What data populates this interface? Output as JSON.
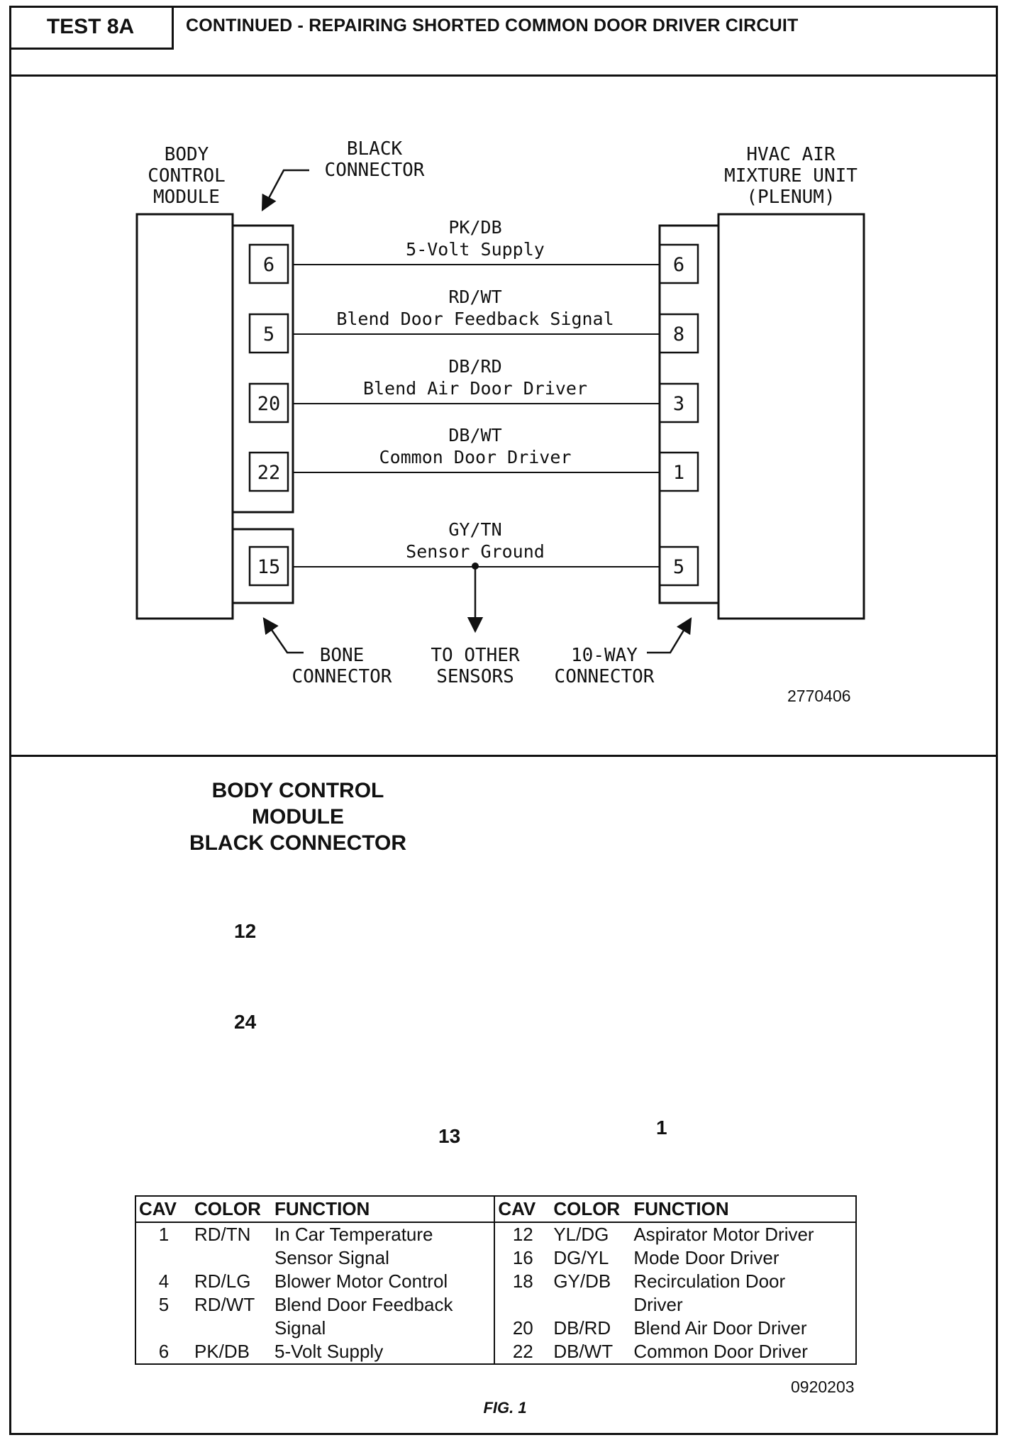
{
  "header": {
    "test_label": "TEST 8A",
    "title": "CONTINUED - REPAIRING SHORTED COMMON DOOR DRIVER CIRCUIT"
  },
  "wiring": {
    "left_module": [
      "BODY",
      "CONTROL",
      "MODULE"
    ],
    "black_connector": [
      "BLACK",
      "CONNECTOR"
    ],
    "right_module": [
      "HVAC AIR",
      "MIXTURE UNIT",
      "(PLENUM)"
    ],
    "bone_connector": [
      "BONE",
      "CONNECTOR"
    ],
    "to_other": [
      "TO OTHER",
      "SENSORS"
    ],
    "ten_way": [
      "10-WAY",
      "CONNECTOR"
    ],
    "circuits": [
      {
        "left": "6",
        "right": "6",
        "color": "PK/DB",
        "function": "5-Volt Supply"
      },
      {
        "left": "5",
        "right": "8",
        "color": "RD/WT",
        "function": "Blend Door Feedback Signal"
      },
      {
        "left": "20",
        "right": "3",
        "color": "DB/RD",
        "function": "Blend Air Door Driver"
      },
      {
        "left": "22",
        "right": "1",
        "color": "DB/WT",
        "function": "Common Door Driver"
      },
      {
        "left": "15",
        "right": "5",
        "color": "GY/TN",
        "function": "Sensor Ground"
      }
    ],
    "part_number": "2770406"
  },
  "connector": {
    "title": [
      "BODY CONTROL",
      "MODULE",
      "BLACK CONNECTOR"
    ],
    "labels": {
      "pin12": "12",
      "pin24": "24",
      "pin13": "13",
      "pin1": "1"
    },
    "part_number": "0920203"
  },
  "table": {
    "headers": {
      "cav": "CAV",
      "color": "COLOR",
      "function": "FUNCTION"
    },
    "left": [
      {
        "cav": "1",
        "color": "RD/TN",
        "function": "In Car Temperature",
        "cont": "Sensor Signal"
      },
      {
        "cav": "4",
        "color": "RD/LG",
        "function": "Blower Motor Control"
      },
      {
        "cav": "5",
        "color": "RD/WT",
        "function": "Blend Door Feedback",
        "cont": "Signal"
      },
      {
        "cav": "6",
        "color": "PK/DB",
        "function": "5-Volt Supply"
      }
    ],
    "right": [
      {
        "cav": "12",
        "color": "YL/DG",
        "function": "Aspirator Motor Driver"
      },
      {
        "cav": "16",
        "color": "DG/YL",
        "function": "Mode Door Driver"
      },
      {
        "cav": "18",
        "color": "GY/DB",
        "function": "Recirculation Door",
        "cont": "Driver"
      },
      {
        "cav": "20",
        "color": "DB/RD",
        "function": "Blend Air Door Driver"
      },
      {
        "cav": "22",
        "color": "DB/WT",
        "function": "Common Door Driver"
      }
    ]
  },
  "figure_caption": "FIG. 1"
}
